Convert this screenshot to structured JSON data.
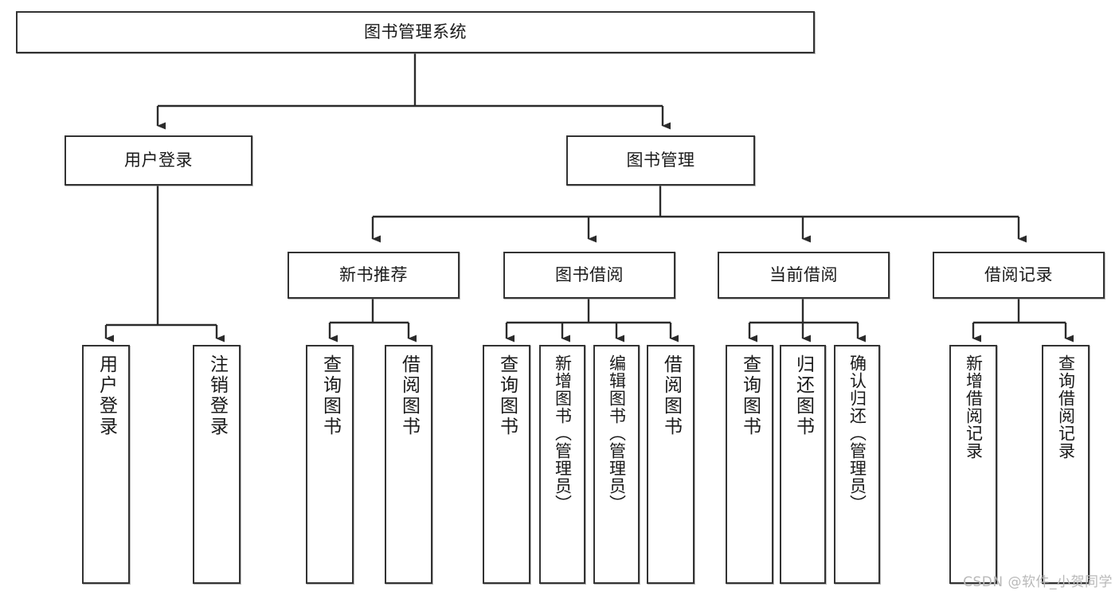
{
  "diagram": {
    "title": "图书管理系统",
    "type": "tree",
    "root": {
      "label": "图书管理系统"
    },
    "level2": [
      {
        "label": "用户登录"
      },
      {
        "label": "图书管理"
      }
    ],
    "level3": [
      {
        "label": "新书推荐"
      },
      {
        "label": "图书借阅"
      },
      {
        "label": "当前借阅"
      },
      {
        "label": "借阅记录"
      }
    ],
    "leaves_user_login": [
      {
        "label": "用户登录"
      },
      {
        "label": "注销登录"
      }
    ],
    "leaves_new_book": [
      {
        "label": "查询图书"
      },
      {
        "label": "借阅图书"
      }
    ],
    "leaves_borrow": [
      {
        "label": "查询图书"
      },
      {
        "label": "新增图书（管理员）"
      },
      {
        "label": "编辑图书（管理员）"
      },
      {
        "label": "借阅图书"
      }
    ],
    "leaves_current": [
      {
        "label": "查询图书"
      },
      {
        "label": "归还图书"
      },
      {
        "label": "确认归还（管理员）"
      }
    ],
    "leaves_records": [
      {
        "label": "新增借阅记录"
      },
      {
        "label": "查询借阅记录"
      }
    ]
  },
  "watermark": {
    "text": "CSDN @软件_小贺同学"
  },
  "colors": {
    "box_border": "#333333",
    "background": "#ffffff",
    "text": "#1a1a1a",
    "connector": "#2b2b2b",
    "watermark": "#b9b9b9"
  }
}
